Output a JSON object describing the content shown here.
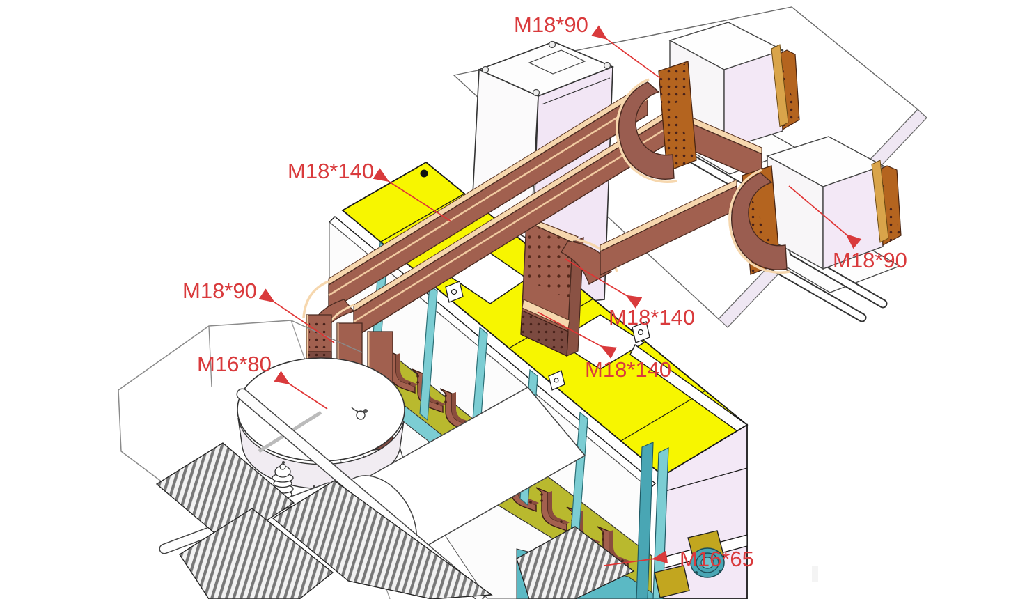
{
  "drawing": {
    "type": "cad-isometric-assembly",
    "subject": "copper busbar connections between rectifier cabinet and transformer terminals"
  },
  "annotations": {
    "color": "#d93a3c",
    "items": [
      {
        "id": "bolt-transformer-1-pad",
        "label": "M18*90"
      },
      {
        "id": "bolt-busbar-upper-run",
        "label": "M18*140"
      },
      {
        "id": "bolt-left-drop-bars",
        "label": "M18*90"
      },
      {
        "id": "bolt-drum-terminal",
        "label": "M16*80"
      },
      {
        "id": "bolt-column-upper",
        "label": "M18*140"
      },
      {
        "id": "bolt-column-lower",
        "label": "M18*140"
      },
      {
        "id": "bolt-transformer-2-pad",
        "label": "M18*90"
      },
      {
        "id": "bolt-cabinet-lug",
        "label": "M16*65"
      }
    ]
  },
  "colors": {
    "callout_red": "#d93a3c",
    "leader_red": "#e03434",
    "copper": "#a1604f",
    "copper_dark": "#7c4a40",
    "copper_pad_orange": "#b4641f",
    "copper_highlight": "#f6d7ae",
    "deck_yellow": "#f7f600",
    "olive_panel": "#b9b92e",
    "teal_frame": "#7ccdd3",
    "teal_dark": "#49a6b4",
    "lavender_panel": "#f3e8f6",
    "outline": "#222222"
  }
}
